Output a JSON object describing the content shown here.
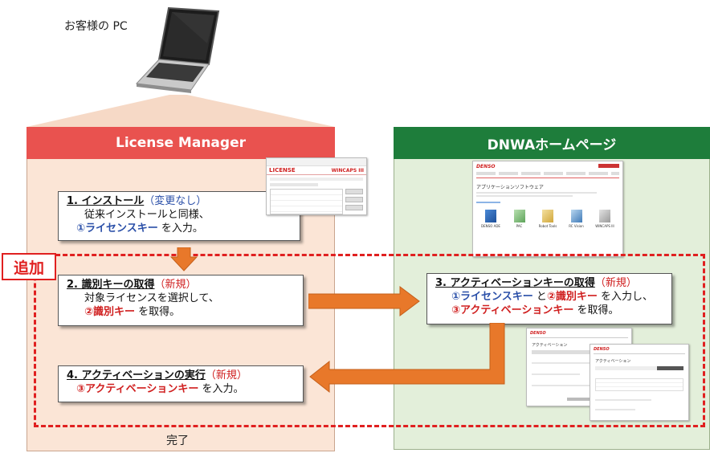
{
  "pc_label": "お客様の PC",
  "left_panel": {
    "title": "License Manager",
    "footer": "完了"
  },
  "right_panel": {
    "title": "DNWAホームページ"
  },
  "add_label": "追加",
  "steps": {
    "s1": {
      "title": "1. インストール",
      "tag": "（変更なし）",
      "line1": "従来インストールと同様、",
      "key": "①ライセンスキー",
      "line2_rest": " を入力。"
    },
    "s2": {
      "title": "2. 識別キーの取得",
      "tag": "（新規）",
      "line1": "対象ライセンスを選択して、",
      "key": "②識別キー",
      "line2_rest": " を取得。"
    },
    "s3": {
      "title": "3. アクティベーションキーの取得",
      "tag": "（新規）",
      "key1": "①ライセンスキー",
      "mid": " と",
      "key2": "②識別キー",
      "line1_rest": " を入力し、",
      "key3": "③アクティベーションキー",
      "line2_rest": " を取得。"
    },
    "s4": {
      "title": "4. アクティベーションの実行",
      "tag": "（新規）",
      "key": "③アクティベーションキー",
      "line1_rest": " を入力。"
    }
  },
  "license_window": {
    "title": "LICENSE",
    "brand": "WINCAPS III"
  },
  "web_page": {
    "brand": "DENSO",
    "heading": "アプリケーションソフトウェア",
    "products": [
      "DENSO ADE",
      "PAC",
      "Robot Tools",
      "RC Vision",
      "WINCAPS III"
    ]
  },
  "activation_page": {
    "brand": "DENSO",
    "heading": "アクティベーション"
  },
  "colors": {
    "lm_header": "#e9524f",
    "dnwa_header": "#1e7d3b",
    "arrow": "#e8782a",
    "dashed": "#e02020"
  }
}
